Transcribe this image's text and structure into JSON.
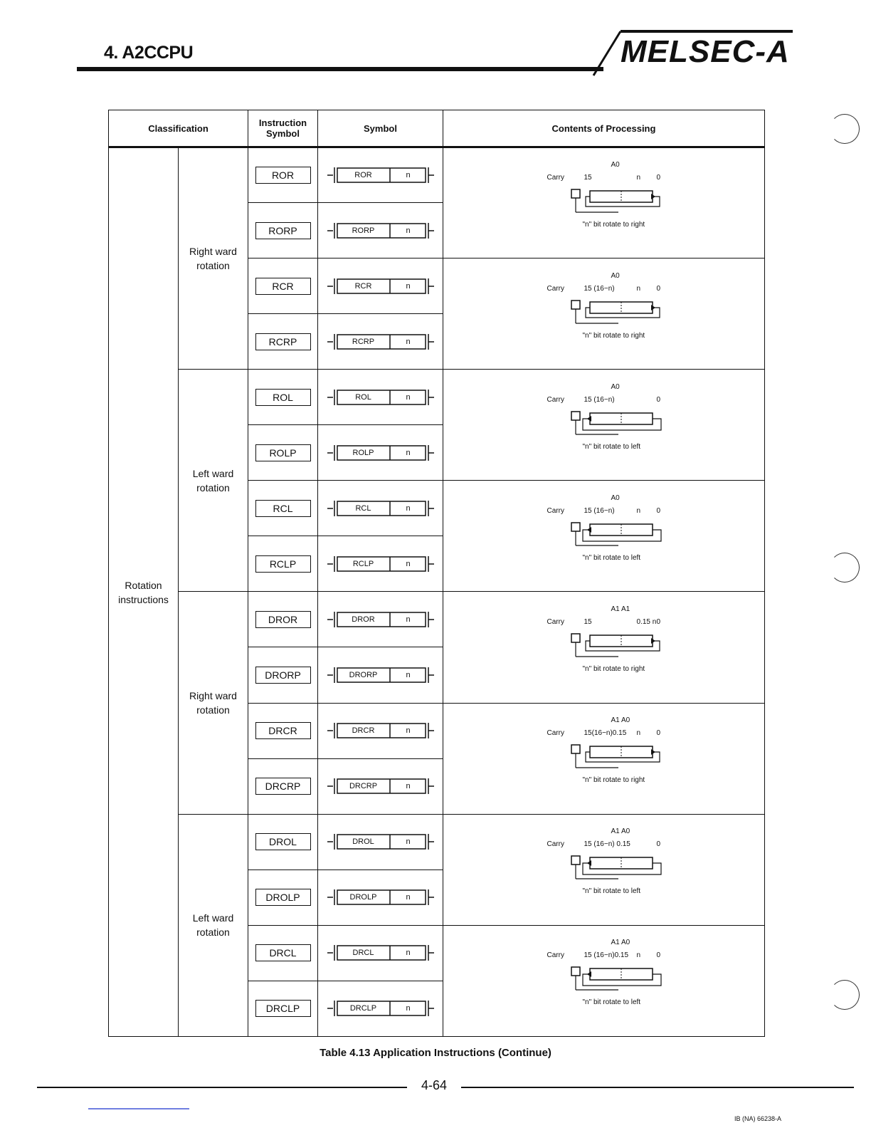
{
  "header": {
    "section_title": "4. A2CCPU",
    "brand": "MELSEC-A"
  },
  "table": {
    "headers": {
      "classification": "Classification",
      "instruction_symbol": "Instruction Symbol",
      "symbol": "Symbol",
      "contents": "Contents of Processing"
    },
    "classification": "Rotation instructions",
    "groups": [
      {
        "label": "Right ward rotation",
        "instructions": [
          "ROR",
          "RORP",
          "RCR",
          "RCRP"
        ]
      },
      {
        "label": "Left ward rotation",
        "instructions": [
          "ROL",
          "ROLP",
          "RCL",
          "RCLP"
        ]
      },
      {
        "label": "Right ward rotation",
        "instructions": [
          "DROR",
          "DRORP",
          "DRCR",
          "DRCRP"
        ]
      },
      {
        "label": "Left ward rotation",
        "instructions": [
          "DROL",
          "DROLP",
          "DRCL",
          "DRCLP"
        ]
      }
    ],
    "operand": "n",
    "diagrams": [
      {
        "register": "A0",
        "carry": "Carry",
        "bits": "15",
        "n": "n",
        "zero": "0",
        "caption": "\"n\" bit rotate to right"
      },
      {
        "register": "A0",
        "carry": "Carry",
        "bits": "15 (16−n)",
        "n": "n",
        "zero": "0",
        "caption": "\"n\" bit rotate to right"
      },
      {
        "register": "A0",
        "carry": "Carry",
        "bits": "15 (16−n)",
        "n": "",
        "zero": "0",
        "caption": "\"n\" bit rotate to left"
      },
      {
        "register": "A0",
        "carry": "Carry",
        "bits": "15 (16−n)",
        "n": "n",
        "zero": "0",
        "caption": "\"n\" bit rotate to left"
      },
      {
        "register": "A1      A1",
        "carry": "Carry",
        "bits": "15",
        "n": "0.15 n",
        "zero": "0",
        "caption": "\"n\" bit rotate to right"
      },
      {
        "register": "A1      A0",
        "carry": "Carry",
        "bits": "15(16−n)0.15",
        "n": "n",
        "zero": "0",
        "caption": "\"n\" bit rotate to right"
      },
      {
        "register": "A1      A0",
        "carry": "Carry",
        "bits": "15 (16−n) 0.15",
        "n": "",
        "zero": "0",
        "caption": "\"n\" bit rotate to left"
      },
      {
        "register": "A1      A0",
        "carry": "Carry",
        "bits": "15 (16−n)0.15",
        "n": "n",
        "zero": "0",
        "caption": "\"n\" bit rotate to left"
      }
    ]
  },
  "caption": "Table 4.13 Application Instructions (Continue)",
  "footer": {
    "page": "4-64",
    "doc_code": "IB (NA) 66238-A"
  }
}
